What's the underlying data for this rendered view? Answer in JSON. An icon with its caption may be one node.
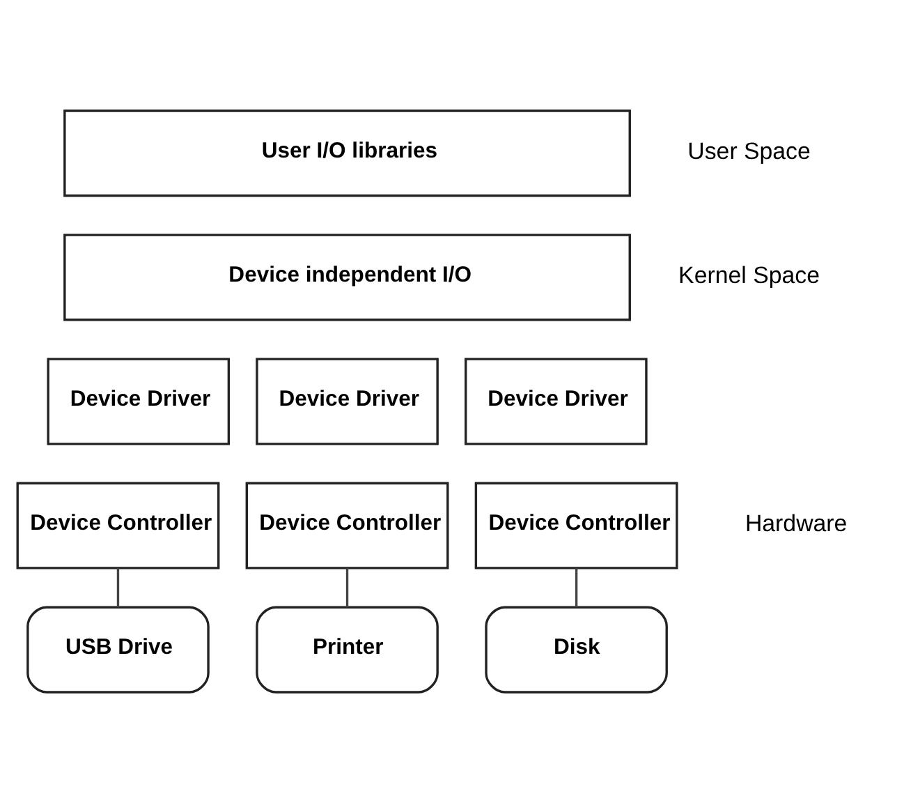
{
  "diagram": {
    "nodes": [
      {
        "text": [
          "User I/O libraries"
        ]
      },
      {
        "text": [
          "Device independent I/O"
        ]
      },
      {
        "text": [
          "Device Driver"
        ]
      },
      {
        "text": [
          "Device Driver"
        ]
      },
      {
        "text": [
          "Device Driver"
        ]
      },
      {
        "text": [
          "Device Controller"
        ]
      },
      {
        "text": [
          "Device Controller"
        ]
      },
      {
        "text": [
          "Device Controller"
        ]
      },
      {
        "text": [
          "USB Drive"
        ]
      },
      {
        "text": [
          "Printer"
        ]
      },
      {
        "text": [
          "Disk"
        ]
      }
    ],
    "edges": [
      {
        "from": 5,
        "to": 8,
        "arrow": "none"
      },
      {
        "from": 6,
        "to": 9,
        "arrow": "none"
      },
      {
        "from": 7,
        "to": 10,
        "arrow": "none"
      }
    ],
    "labels": [
      "User Space",
      "Kernel Space",
      "Hardware"
    ]
  }
}
